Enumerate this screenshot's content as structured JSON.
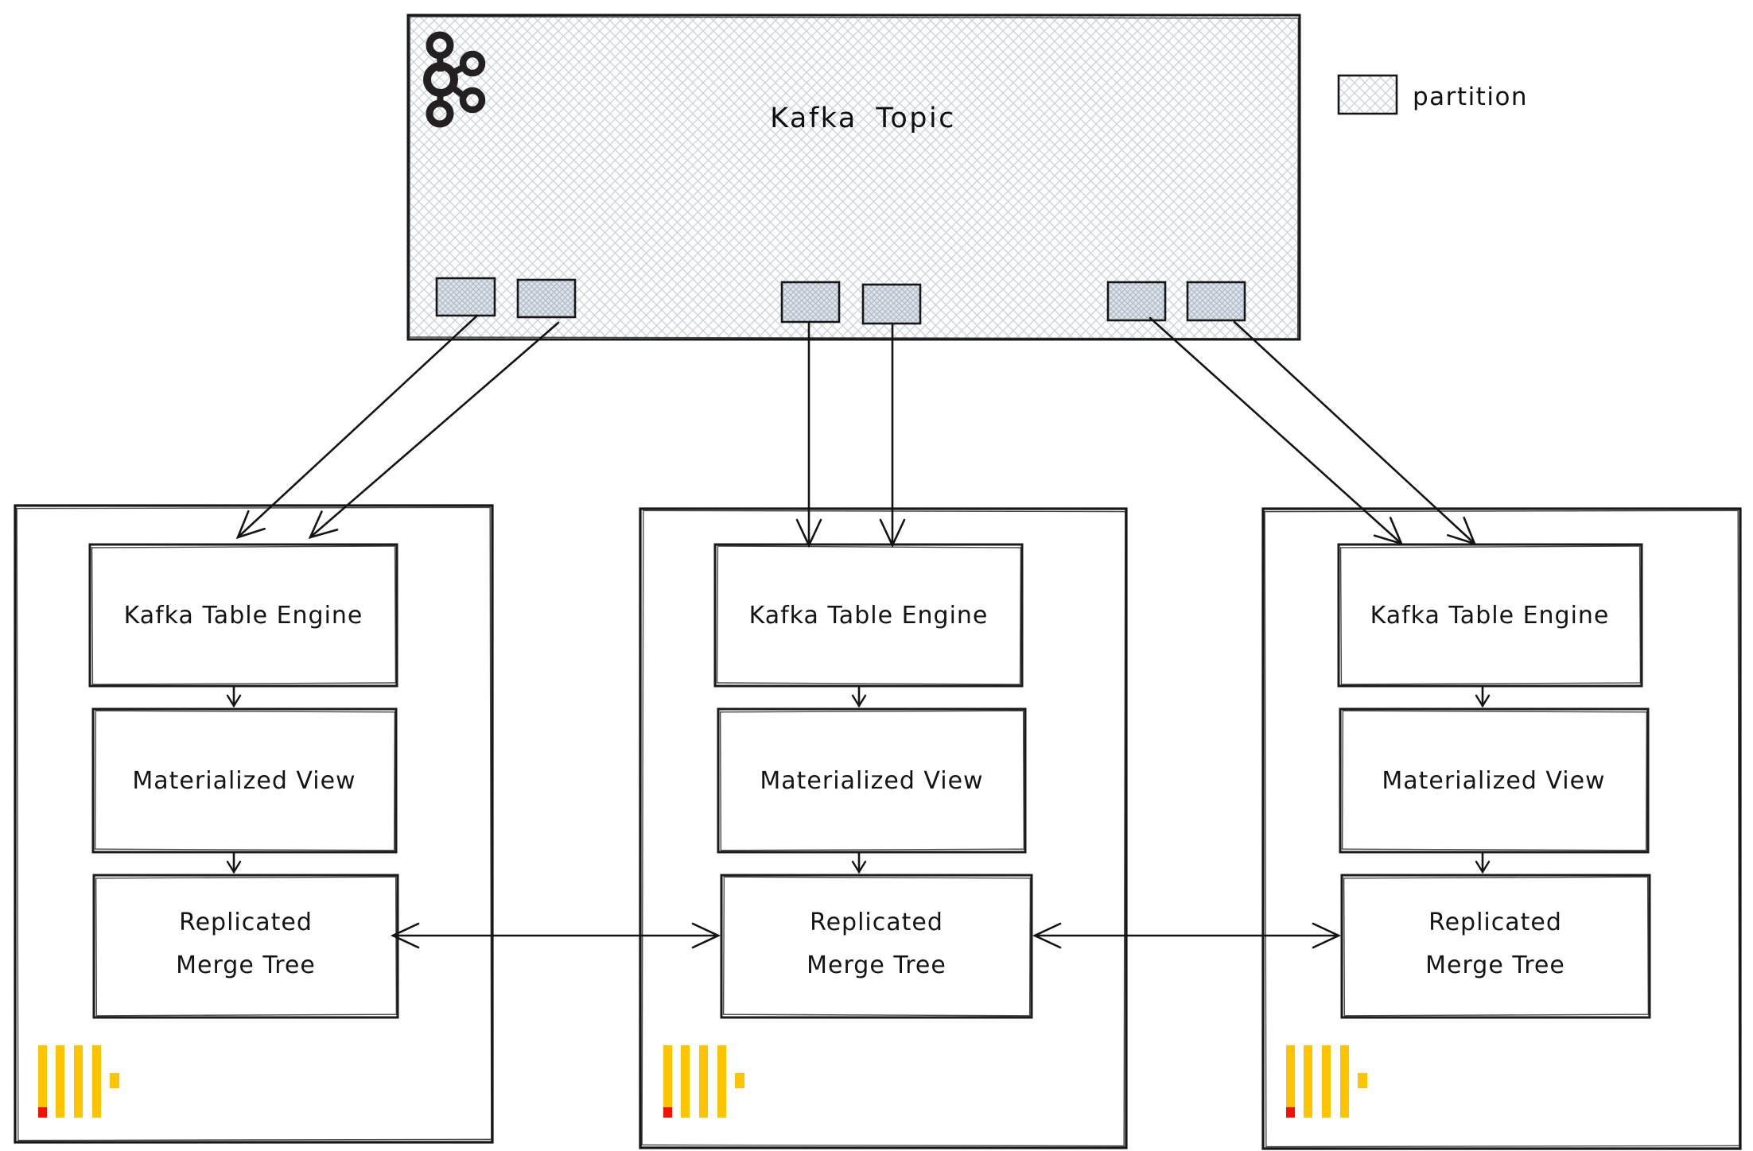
{
  "diagram": {
    "kafka_topic": {
      "title": "Kafka Topic",
      "partition_boxes": 6
    },
    "legend": {
      "label": "partition"
    },
    "nodes": [
      {
        "kafka_table_engine": "Kafka Table Engine",
        "materialized_view": "Materialized View",
        "replicated_merge_tree": {
          "line1": "Replicated",
          "line2": "Merge Tree"
        }
      },
      {
        "kafka_table_engine": "Kafka Table Engine",
        "materialized_view": "Materialized View",
        "replicated_merge_tree": {
          "line1": "Replicated",
          "line2": "Merge Tree"
        }
      },
      {
        "kafka_table_engine": "Kafka Table Engine",
        "materialized_view": "Materialized View",
        "replicated_merge_tree": {
          "line1": "Replicated",
          "line2": "Merge Tree"
        }
      }
    ],
    "colors": {
      "ink": "#1b1b1b",
      "hatch_line": "#c9d1db",
      "partition_hatch_line": "#aeb8c5",
      "partition_fill": "#dde3ea",
      "clickhouse_yellow": "#ffc400",
      "clickhouse_red": "#f51105",
      "kafka_logo_black": "#242021"
    }
  }
}
